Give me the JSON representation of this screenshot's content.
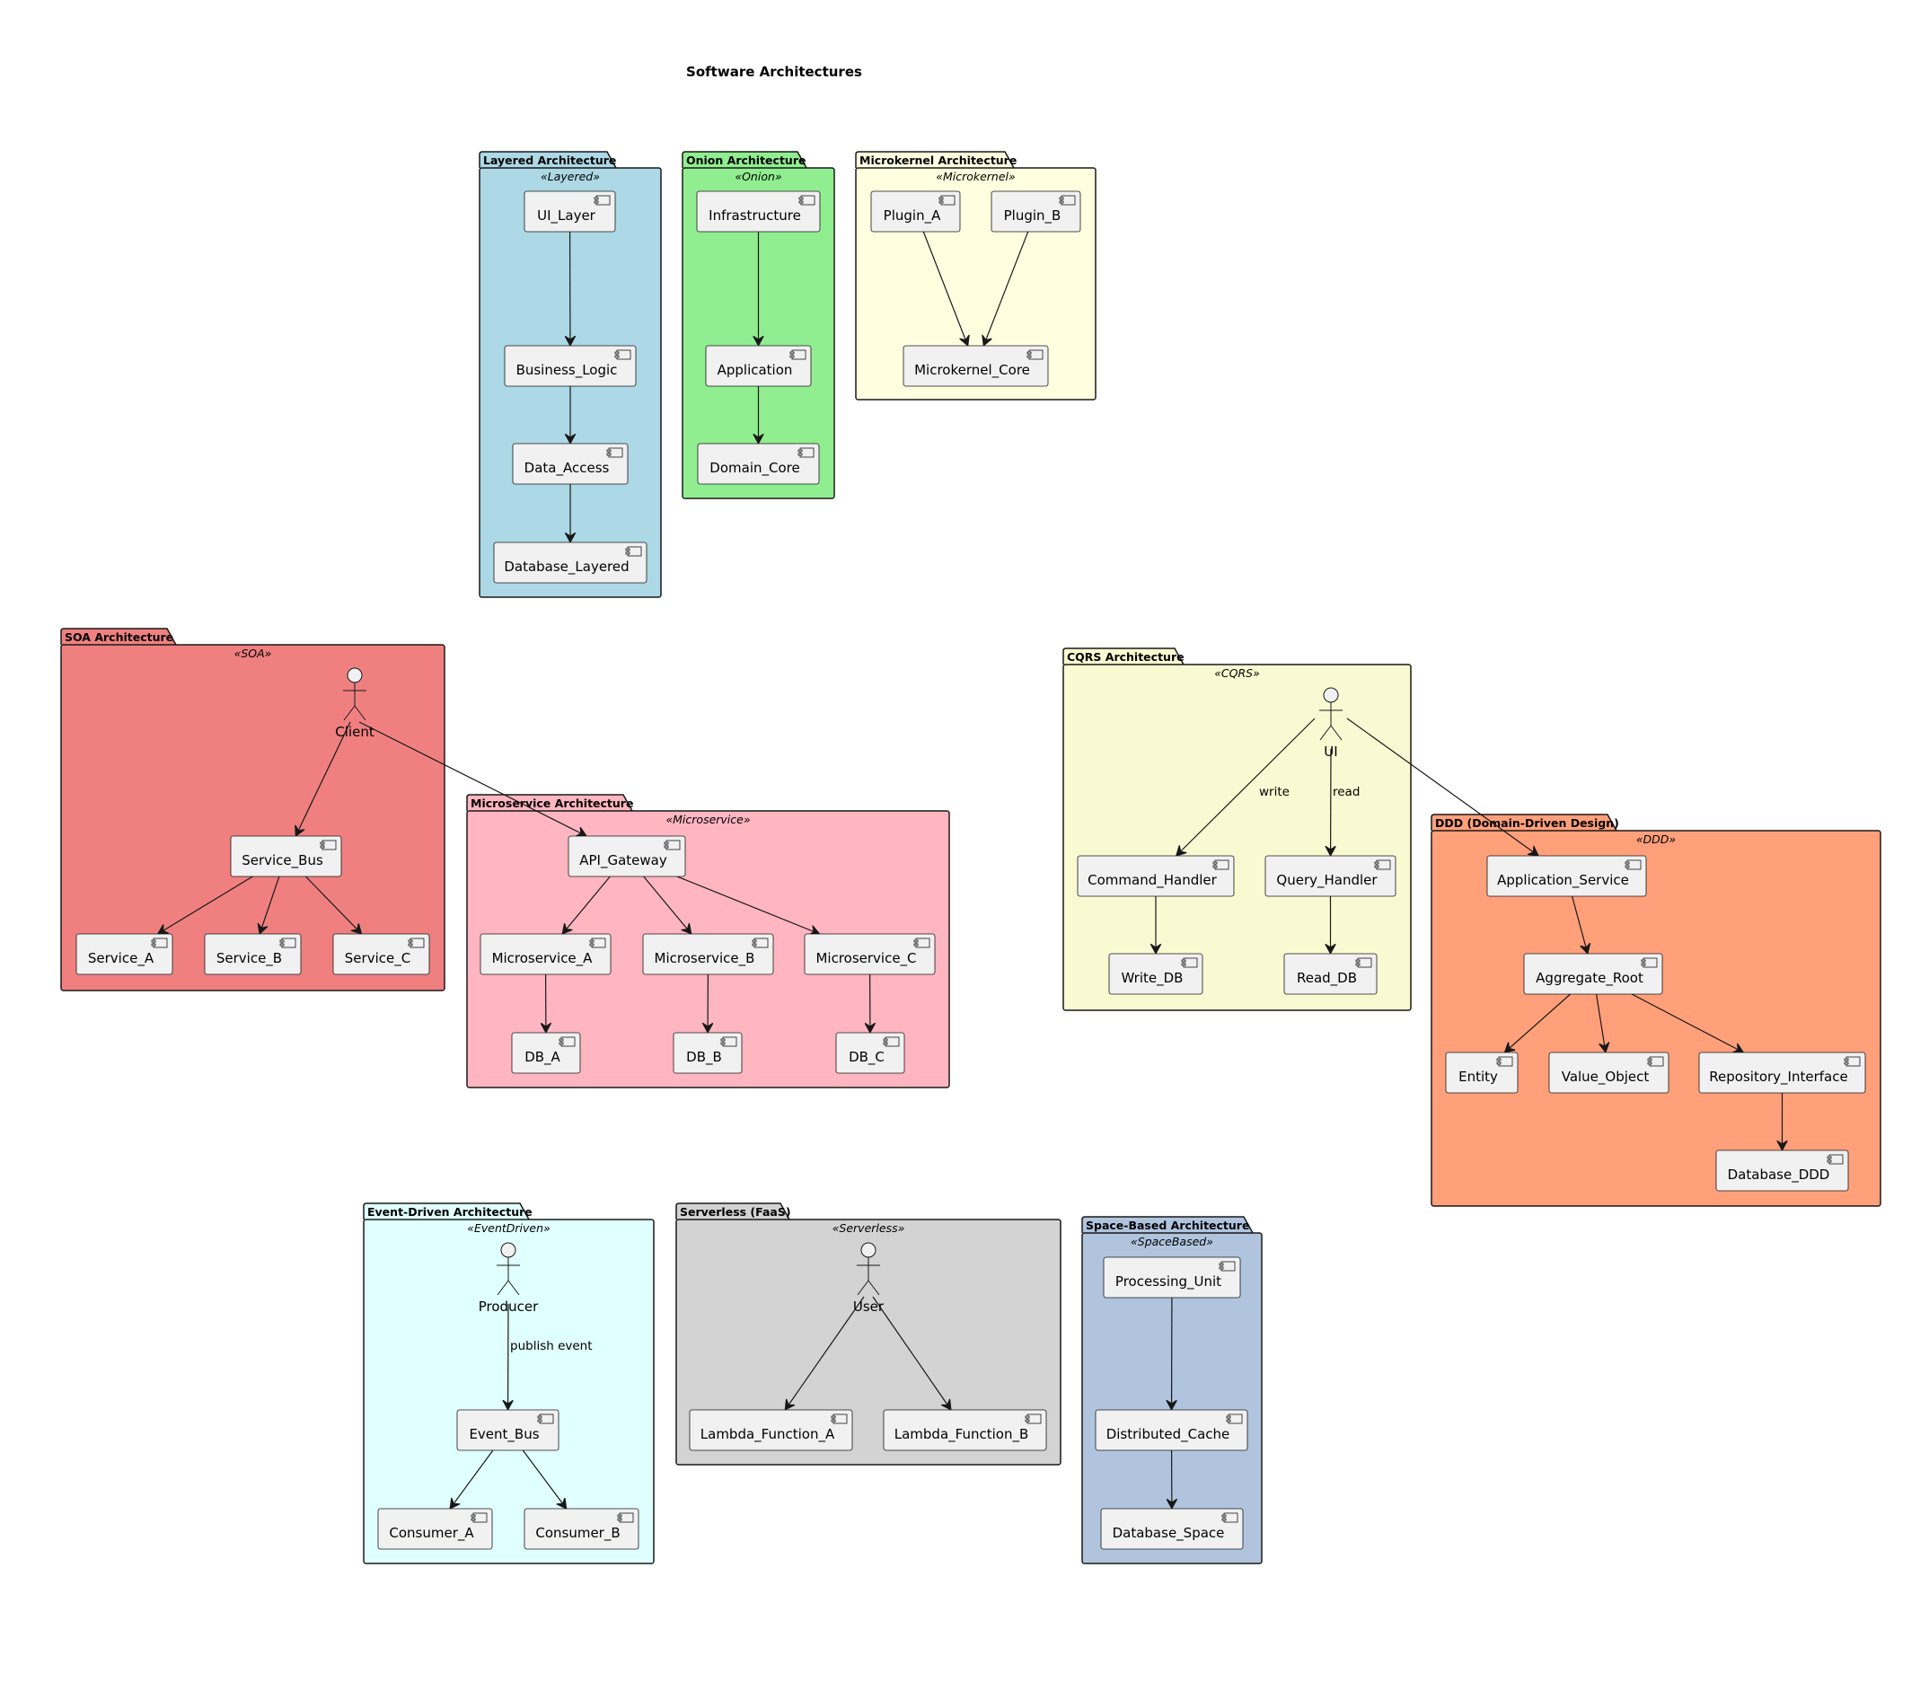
{
  "title": "Software Architectures",
  "colors": {
    "layered": "#ADD8E6",
    "onion": "#90EE90",
    "microkernel": "#FFFFE0",
    "soa": "#F08080",
    "microservice": "#FFB6C1",
    "cqrs": "#FAFAD2",
    "ddd": "#FFA07A",
    "eventdriven": "#E0FFFF",
    "serverless": "#D3D3D3",
    "spacebased": "#B0C4DE",
    "component_fill": "#F1F1F1",
    "component_border": "#181818"
  },
  "packages": [
    {
      "id": "layered",
      "name": "Layered Architecture",
      "stereotype": "«Layered»"
    },
    {
      "id": "onion",
      "name": "Onion Architecture",
      "stereotype": "«Onion»"
    },
    {
      "id": "microkernel",
      "name": "Microkernel Architecture",
      "stereotype": "«Microkernel»"
    },
    {
      "id": "soa",
      "name": "SOA Architecture",
      "stereotype": "«SOA»"
    },
    {
      "id": "microservice",
      "name": "Microservice Architecture",
      "stereotype": "«Microservice»"
    },
    {
      "id": "cqrs",
      "name": "CQRS Architecture",
      "stereotype": "«CQRS»"
    },
    {
      "id": "ddd",
      "name": "DDD (Domain-Driven Design)",
      "stereotype": "«DDD»"
    },
    {
      "id": "eventdriven",
      "name": "Event-Driven Architecture",
      "stereotype": "«EventDriven»"
    },
    {
      "id": "serverless",
      "name": "Serverless (FaaS)",
      "stereotype": "«Serverless»"
    },
    {
      "id": "spacebased",
      "name": "Space-Based Architecture",
      "stereotype": "«SpaceBased»"
    }
  ],
  "nodes": [
    {
      "id": "UI_Layer",
      "label": "UI_Layer",
      "kind": "component",
      "package": "layered"
    },
    {
      "id": "Business_Logic",
      "label": "Business_Logic",
      "kind": "component",
      "package": "layered"
    },
    {
      "id": "Data_Access",
      "label": "Data_Access",
      "kind": "component",
      "package": "layered"
    },
    {
      "id": "Database_Layered",
      "label": "Database_Layered",
      "kind": "component",
      "package": "layered"
    },
    {
      "id": "Infrastructure",
      "label": "Infrastructure",
      "kind": "component",
      "package": "onion"
    },
    {
      "id": "Application",
      "label": "Application",
      "kind": "component",
      "package": "onion"
    },
    {
      "id": "Domain_Core",
      "label": "Domain_Core",
      "kind": "component",
      "package": "onion"
    },
    {
      "id": "Plugin_A",
      "label": "Plugin_A",
      "kind": "component",
      "package": "microkernel"
    },
    {
      "id": "Plugin_B",
      "label": "Plugin_B",
      "kind": "component",
      "package": "microkernel"
    },
    {
      "id": "Microkernel_Core",
      "label": "Microkernel_Core",
      "kind": "component",
      "package": "microkernel"
    },
    {
      "id": "Client",
      "label": "Client",
      "kind": "actor",
      "package": "soa"
    },
    {
      "id": "Service_Bus",
      "label": "Service_Bus",
      "kind": "component",
      "package": "soa"
    },
    {
      "id": "Service_A",
      "label": "Service_A",
      "kind": "component",
      "package": "soa"
    },
    {
      "id": "Service_B",
      "label": "Service_B",
      "kind": "component",
      "package": "soa"
    },
    {
      "id": "Service_C",
      "label": "Service_C",
      "kind": "component",
      "package": "soa"
    },
    {
      "id": "API_Gateway",
      "label": "API_Gateway",
      "kind": "component",
      "package": "microservice"
    },
    {
      "id": "Microservice_A",
      "label": "Microservice_A",
      "kind": "component",
      "package": "microservice"
    },
    {
      "id": "Microservice_B",
      "label": "Microservice_B",
      "kind": "component",
      "package": "microservice"
    },
    {
      "id": "Microservice_C",
      "label": "Microservice_C",
      "kind": "component",
      "package": "microservice"
    },
    {
      "id": "DB_A",
      "label": "DB_A",
      "kind": "component",
      "package": "microservice"
    },
    {
      "id": "DB_B",
      "label": "DB_B",
      "kind": "component",
      "package": "microservice"
    },
    {
      "id": "DB_C",
      "label": "DB_C",
      "kind": "component",
      "package": "microservice"
    },
    {
      "id": "UI",
      "label": "UI",
      "kind": "actor",
      "package": "cqrs"
    },
    {
      "id": "Command_Handler",
      "label": "Command_Handler",
      "kind": "component",
      "package": "cqrs"
    },
    {
      "id": "Query_Handler",
      "label": "Query_Handler",
      "kind": "component",
      "package": "cqrs"
    },
    {
      "id": "Write_DB",
      "label": "Write_DB",
      "kind": "component",
      "package": "cqrs"
    },
    {
      "id": "Read_DB",
      "label": "Read_DB",
      "kind": "component",
      "package": "cqrs"
    },
    {
      "id": "Application_Service",
      "label": "Application_Service",
      "kind": "component",
      "package": "ddd"
    },
    {
      "id": "Aggregate_Root",
      "label": "Aggregate_Root",
      "kind": "component",
      "package": "ddd"
    },
    {
      "id": "Entity",
      "label": "Entity",
      "kind": "component",
      "package": "ddd"
    },
    {
      "id": "Value_Object",
      "label": "Value_Object",
      "kind": "component",
      "package": "ddd"
    },
    {
      "id": "Repository_Interface",
      "label": "Repository_Interface",
      "kind": "component",
      "package": "ddd"
    },
    {
      "id": "Database_DDD",
      "label": "Database_DDD",
      "kind": "component",
      "package": "ddd"
    },
    {
      "id": "Producer",
      "label": "Producer",
      "kind": "actor",
      "package": "eventdriven"
    },
    {
      "id": "Event_Bus",
      "label": "Event_Bus",
      "kind": "component",
      "package": "eventdriven"
    },
    {
      "id": "Consumer_A",
      "label": "Consumer_A",
      "kind": "component",
      "package": "eventdriven"
    },
    {
      "id": "Consumer_B",
      "label": "Consumer_B",
      "kind": "component",
      "package": "eventdriven"
    },
    {
      "id": "User",
      "label": "User",
      "kind": "actor",
      "package": "serverless"
    },
    {
      "id": "Lambda_Function_A",
      "label": "Lambda_Function_A",
      "kind": "component",
      "package": "serverless"
    },
    {
      "id": "Lambda_Function_B",
      "label": "Lambda_Function_B",
      "kind": "component",
      "package": "serverless"
    },
    {
      "id": "Processing_Unit",
      "label": "Processing_Unit",
      "kind": "component",
      "package": "spacebased"
    },
    {
      "id": "Distributed_Cache",
      "label": "Distributed_Cache",
      "kind": "component",
      "package": "spacebased"
    },
    {
      "id": "Database_Space",
      "label": "Database_Space",
      "kind": "component",
      "package": "spacebased"
    }
  ],
  "edges": [
    {
      "from": "UI_Layer",
      "to": "Business_Logic"
    },
    {
      "from": "Business_Logic",
      "to": "Data_Access"
    },
    {
      "from": "Data_Access",
      "to": "Database_Layered"
    },
    {
      "from": "Infrastructure",
      "to": "Application"
    },
    {
      "from": "Application",
      "to": "Domain_Core"
    },
    {
      "from": "Plugin_A",
      "to": "Microkernel_Core"
    },
    {
      "from": "Plugin_B",
      "to": "Microkernel_Core"
    },
    {
      "from": "Client",
      "to": "Service_Bus"
    },
    {
      "from": "Service_Bus",
      "to": "Service_A"
    },
    {
      "from": "Service_Bus",
      "to": "Service_B"
    },
    {
      "from": "Service_Bus",
      "to": "Service_C"
    },
    {
      "from": "Client",
      "to": "API_Gateway"
    },
    {
      "from": "API_Gateway",
      "to": "Microservice_A"
    },
    {
      "from": "API_Gateway",
      "to": "Microservice_B"
    },
    {
      "from": "API_Gateway",
      "to": "Microservice_C"
    },
    {
      "from": "Microservice_A",
      "to": "DB_A"
    },
    {
      "from": "Microservice_B",
      "to": "DB_B"
    },
    {
      "from": "Microservice_C",
      "to": "DB_C"
    },
    {
      "from": "UI",
      "to": "Command_Handler",
      "label": "write"
    },
    {
      "from": "UI",
      "to": "Query_Handler",
      "label": "read"
    },
    {
      "from": "Command_Handler",
      "to": "Write_DB"
    },
    {
      "from": "Query_Handler",
      "to": "Read_DB"
    },
    {
      "from": "UI",
      "to": "Application_Service"
    },
    {
      "from": "Application_Service",
      "to": "Aggregate_Root"
    },
    {
      "from": "Aggregate_Root",
      "to": "Entity"
    },
    {
      "from": "Aggregate_Root",
      "to": "Value_Object"
    },
    {
      "from": "Aggregate_Root",
      "to": "Repository_Interface"
    },
    {
      "from": "Repository_Interface",
      "to": "Database_DDD"
    },
    {
      "from": "Producer",
      "to": "Event_Bus",
      "label": "publish event"
    },
    {
      "from": "Event_Bus",
      "to": "Consumer_A"
    },
    {
      "from": "Event_Bus",
      "to": "Consumer_B"
    },
    {
      "from": "User",
      "to": "Lambda_Function_A"
    },
    {
      "from": "User",
      "to": "Lambda_Function_B"
    },
    {
      "from": "Processing_Unit",
      "to": "Distributed_Cache"
    },
    {
      "from": "Distributed_Cache",
      "to": "Database_Space"
    }
  ]
}
